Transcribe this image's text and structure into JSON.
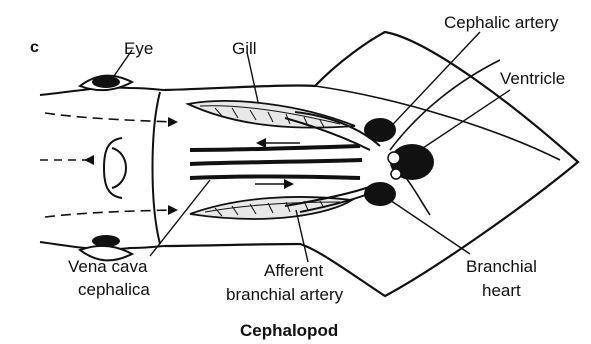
{
  "figure": {
    "panel_letter": "c",
    "caption": "Cephalopod",
    "labels": {
      "eye": "Eye",
      "gill": "Gill",
      "cephalic_artery": "Cephalic artery",
      "ventricle": "Ventricle",
      "vena_cava_line1": "Vena cava",
      "vena_cava_line2": "cephalica",
      "afferent_line1": "Afferent",
      "afferent_line2": "branchial artery",
      "branchial_heart_line1": "Branchial",
      "branchial_heart_line2": "heart"
    }
  }
}
